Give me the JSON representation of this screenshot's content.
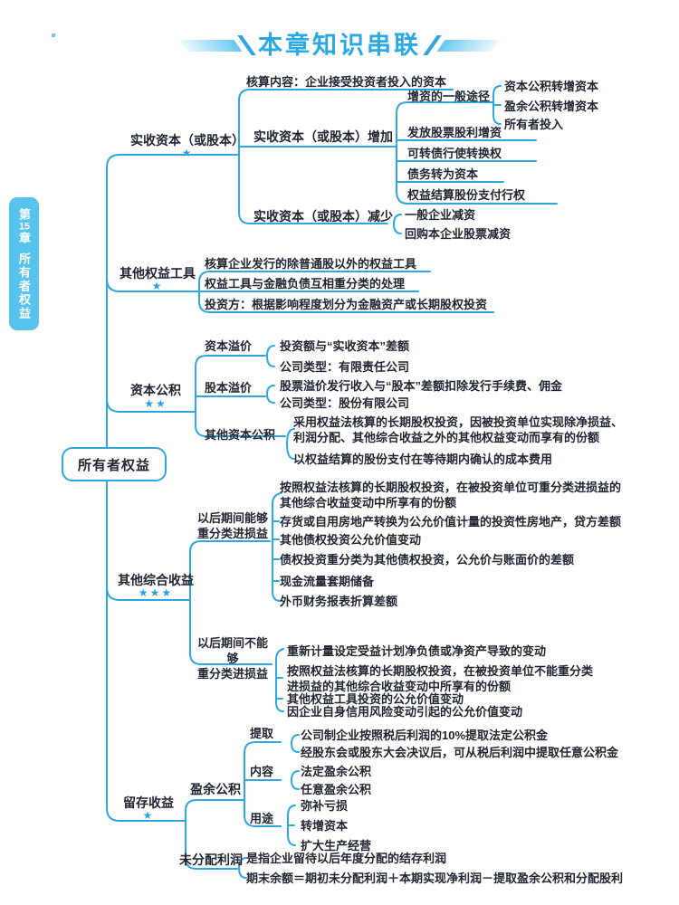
{
  "colors": {
    "line_blue": "#2ea7e0",
    "title_blue": "#29a8e2",
    "star_blue": "#2b9fe8",
    "sidebar_blue": "#57c3ee",
    "text": "#1e2430"
  },
  "title": {
    "text": "本章知识串联"
  },
  "sidebar": {
    "chapter_prefix": "第",
    "chapter_number": "15",
    "chapter_suffix": "章",
    "title": "所有者权益"
  },
  "root": {
    "label": "所有者权益"
  },
  "branches": [
    {
      "label": "实收资本（或股本）",
      "stars": "★",
      "children": [
        {
          "label": "核算内容：企业接受投资者投入的资本"
        },
        {
          "label": "实收资本（或股本）增加",
          "children": [
            {
              "label": "增资的一般途径",
              "children": [
                {
                  "label": "资本公积转增资本"
                },
                {
                  "label": "盈余公积转增资本"
                },
                {
                  "label": "所有者投入"
                }
              ]
            },
            {
              "label": "发放股票股利增资"
            },
            {
              "label": "可转债行使转换权"
            },
            {
              "label": "债务转为资本"
            },
            {
              "label": "权益结算股份支付行权"
            }
          ]
        },
        {
          "label": "实收资本（或股本）减少",
          "children": [
            {
              "label": "一般企业减资"
            },
            {
              "label": "回购本企业股票减资"
            }
          ]
        }
      ]
    },
    {
      "label": "其他权益工具",
      "stars": "★",
      "children": [
        {
          "label": "核算企业发行的除普通股以外的权益工具"
        },
        {
          "label": "权益工具与金融负债互相重分类的处理"
        },
        {
          "label": "投资方：根据影响程度划分为金融资产或长期股权投资"
        }
      ]
    },
    {
      "label": "资本公积",
      "stars": "★★",
      "children": [
        {
          "label": "资本溢价",
          "children": [
            {
              "label": "投资额与“实收资本”差额"
            },
            {
              "label": "公司类型：有限责任公司"
            }
          ]
        },
        {
          "label": "股本溢价",
          "children": [
            {
              "label": "股票溢价发行收入与“股本”差额扣除发行手续费、佣金"
            },
            {
              "label": "公司类型：股份有限公司"
            }
          ]
        },
        {
          "label": "其他资本公积",
          "children": [
            {
              "label": "采用权益法核算的长期股权投资，因被投资单位实现除净损益、\n利润分配、其他综合收益之外的其他权益变动而享有的份额"
            },
            {
              "label": "以权益结算的股份支付在等待期内确认的成本费用"
            }
          ]
        }
      ]
    },
    {
      "label": "其他综合收益",
      "stars": "★★★",
      "children": [
        {
          "label": "以后期间能够\n重分类进损益",
          "children": [
            {
              "label": "按照权益法核算的长期股权投资，在被投资单位可重分类进损益的\n其他综合收益变动中所享有的份额"
            },
            {
              "label": "存货或自用房地产转换为公允价值计量的投资性房地产，贷方差额"
            },
            {
              "label": "其他债权投资公允价值变动"
            },
            {
              "label": "债权投资重分类为其他债权投资，公允价与账面价的差额"
            },
            {
              "label": "现金流量套期储备"
            },
            {
              "label": "外币财务报表折算差额"
            }
          ]
        },
        {
          "label": "以后期间不能够\n重分类进损益",
          "children": [
            {
              "label": "重新计量设定受益计划净负债或净资产导致的变动"
            },
            {
              "label": "按照权益法核算的长期股权投资，在被投资单位不能重分类\n进损益的其他综合收益变动中所享有的份额"
            },
            {
              "label": "其他权益工具投资的公允价值变动"
            },
            {
              "label": "因企业自身信用风险变动引起的公允价值变动"
            }
          ]
        }
      ]
    },
    {
      "label": "留存收益",
      "stars": "★",
      "children": [
        {
          "label": "盈余公积",
          "children": [
            {
              "label": "提取",
              "children": [
                {
                  "label": "公司制企业按照税后利润的10%提取法定公积金"
                },
                {
                  "label": "经股东会或股东大会决议后，可从税后利润中提取任意公积金"
                }
              ]
            },
            {
              "label": "内容",
              "children": [
                {
                  "label": "法定盈余公积"
                },
                {
                  "label": "任意盈余公积"
                }
              ]
            },
            {
              "label": "用途",
              "children": [
                {
                  "label": "弥补亏损"
                },
                {
                  "label": "转增资本"
                },
                {
                  "label": "扩大生产经营"
                }
              ]
            }
          ]
        },
        {
          "label": "未分配利润",
          "children": [
            {
              "label": "是指企业留待以后年度分配的结存利润"
            },
            {
              "label": "期末余额＝期初未分配利润＋本期实现净利润－提取盈余公积和分配股利"
            }
          ]
        }
      ]
    }
  ]
}
